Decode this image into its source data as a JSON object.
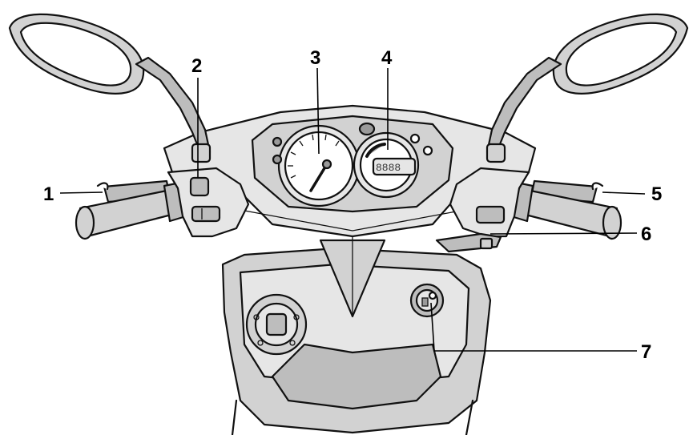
{
  "callouts": [
    {
      "id": "1",
      "label": "1"
    },
    {
      "id": "2",
      "label": "2"
    },
    {
      "id": "3",
      "label": "3"
    },
    {
      "id": "4",
      "label": "4"
    },
    {
      "id": "5",
      "label": "5"
    },
    {
      "id": "6",
      "label": "6"
    },
    {
      "id": "7",
      "label": "7"
    }
  ],
  "display": {
    "lcd_digits": "8888"
  }
}
